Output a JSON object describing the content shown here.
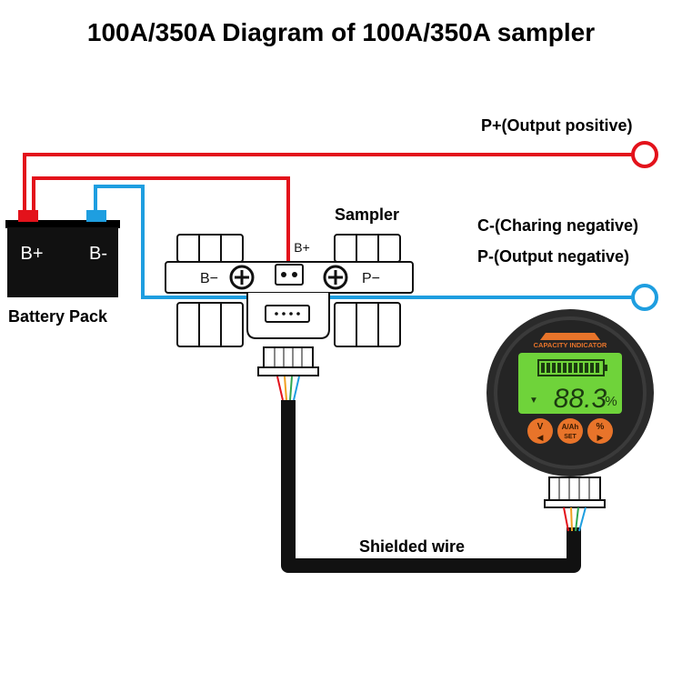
{
  "title": "100A/350A Diagram of 100A/350A sampler",
  "labels": {
    "p_plus": "P+(Output positive)",
    "c_minus": "C-(Charing negative)",
    "p_minus": "P-(Output negative)",
    "sampler": "Sampler",
    "battery_pack": "Battery Pack",
    "shielded_wire": "Shielded wire"
  },
  "battery": {
    "b_plus": "B+",
    "b_minus": "B-"
  },
  "sampler_terminals": {
    "b_minus": "B−",
    "p_minus": "P−",
    "b_plus": "B+"
  },
  "meter": {
    "header": "CAPACITY INDICATOR",
    "reading": "88.3",
    "unit": "%",
    "buttons": [
      {
        "top": "V",
        "bottom": "◀"
      },
      {
        "top": "A/Ah",
        "bottom": "SET"
      },
      {
        "top": "%",
        "bottom": "▶"
      }
    ]
  },
  "colors": {
    "positive_wire": "#e3121b",
    "negative_wire": "#1e9ee0",
    "cable": "#111111",
    "lcd": "#6fd33a",
    "button": "#e8742a"
  }
}
